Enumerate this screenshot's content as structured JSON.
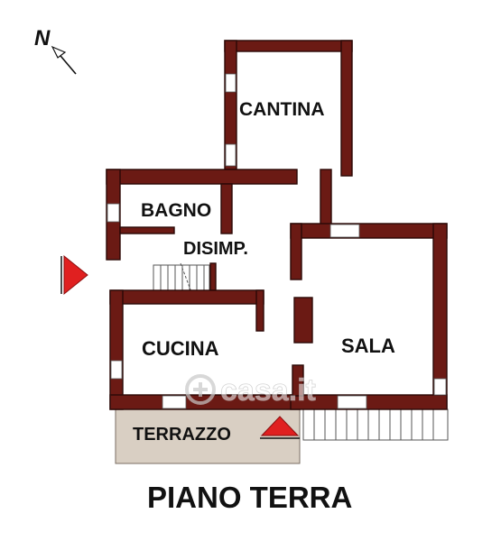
{
  "plan": {
    "title": "PIANO TERRA",
    "north_label": "N",
    "watermark": "casa.it",
    "rooms": {
      "cantina": "CANTINA",
      "bagno": "BAGNO",
      "disimpegno": "DISIMP.",
      "cucina": "CUCINA",
      "sala": "SALA",
      "terrazzo": "TERRAZZO"
    },
    "icons": {
      "north_arrow": "north-arrow-icon",
      "entrance": "entrance-arrow-icon",
      "terrace_marker": "terrace-arrow-icon",
      "watermark_logo": "casa-it-logo-icon"
    },
    "colors": {
      "wall": "#6b1a14",
      "wall_outline": "#2a0806",
      "terrace_floor": "#d9cfc3",
      "marker_red": "#e02020"
    }
  }
}
